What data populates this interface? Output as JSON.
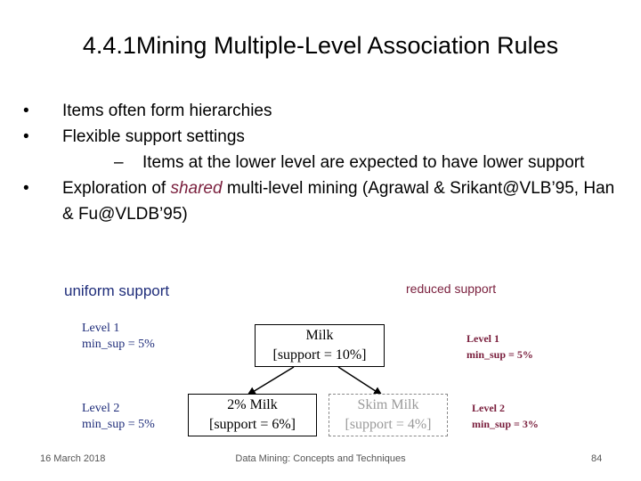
{
  "slide": {
    "title": "4.4.1Mining Multiple-Level Association Rules",
    "bullets": {
      "b1": "Items often form hierarchies",
      "b2": "Flexible support settings",
      "b2_sub": "Items at the lower level are expected to have lower support",
      "b3_pre": "Exploration of ",
      "b3_em": "shared",
      "b3_post": " multi-level mining (Agrawal & Srikant@VLB’95, Han & Fu@VLDB’95)"
    },
    "bullet_glyph": "•",
    "dash_glyph": "–"
  },
  "diagram": {
    "uniform_label": "uniform support",
    "reduced_label": "reduced support",
    "left_levels": {
      "l1_name": "Level 1",
      "l1_sup": "min_sup = 5%",
      "l2_name": "Level 2",
      "l2_sup": "min_sup = 5%"
    },
    "right_levels": {
      "l1_name": "Level 1",
      "l1_sup": "min_sup = 5%",
      "l2_name": "Level 2",
      "l2_sup": "min_sup = 3%"
    },
    "nodes": {
      "milk_name": "Milk",
      "milk_support": "[support = 10%]",
      "milk2_name": "2% Milk",
      "milk2_support": "[support = 6%]",
      "skim_name": "Skim Milk",
      "skim_support": "[support = 4%]"
    }
  },
  "footer": {
    "date": "16 March 2018",
    "course": "Data Mining: Concepts and Techniques",
    "page": "84"
  }
}
